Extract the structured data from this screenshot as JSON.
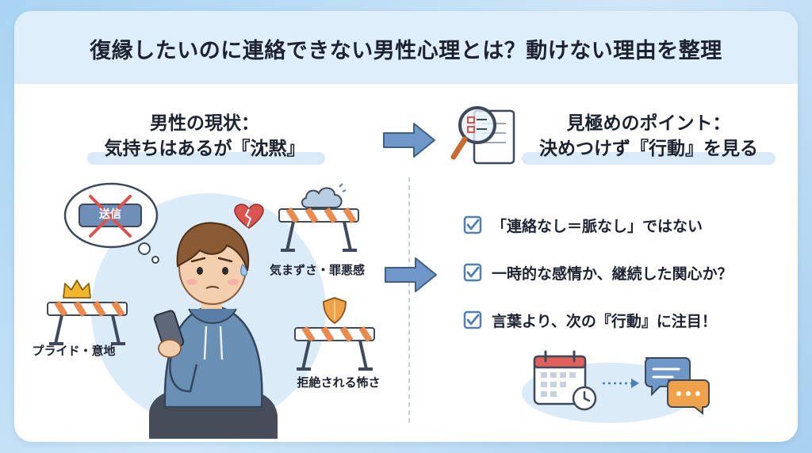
{
  "title": "復縁したいのに連絡できない男性心理とは？動けない理由を整理",
  "left": {
    "heading_line1": "男性の現状：",
    "heading_line2": "気持ちはあるが『沈黙』",
    "bubble_text": "送信",
    "labels": {
      "pride": "プライド・意地",
      "guilt": "気まずさ・罪悪感",
      "rejection": "拒絶される怖さ"
    }
  },
  "right": {
    "heading_line1": "見極めのポイント：",
    "heading_line2": "決めつけず『行動』を見る",
    "points": [
      "「連絡なし＝脈なし」ではない",
      "一時的な感情か、継続した関心か？",
      "言葉より、次の『行動』に注目！"
    ]
  },
  "colors": {
    "accent_blue": "#5a86b8",
    "check_blue": "#4f7fb5",
    "barrier_orange": "#e98a4f",
    "heart_red": "#d9534f",
    "hoodie_blue": "#6a8fb5"
  }
}
